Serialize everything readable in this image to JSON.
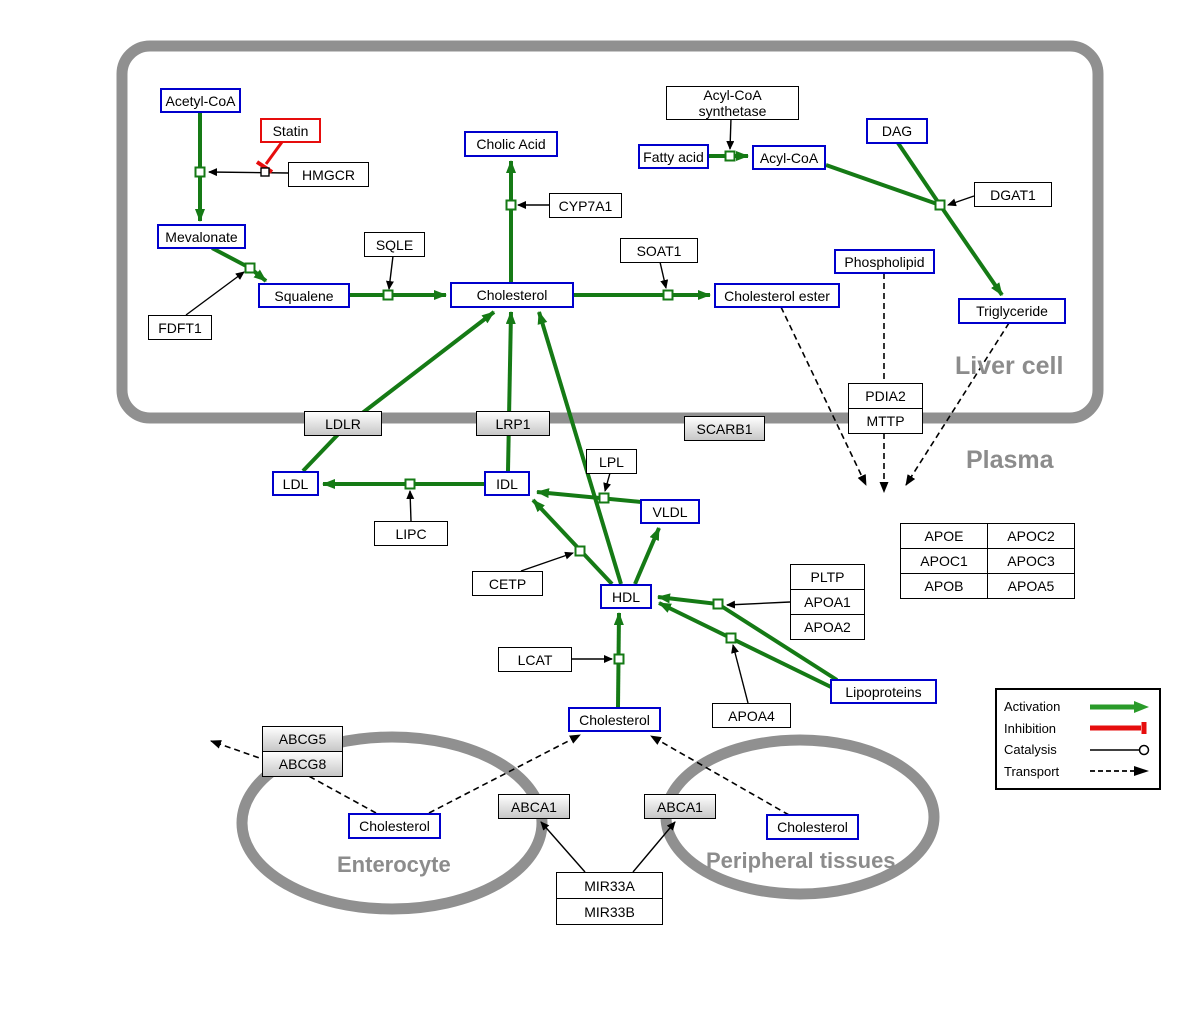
{
  "colors": {
    "activation": "#157a15",
    "inhibition": "#e60d0d",
    "metabolite_border": "#0000cc",
    "gene_border": "#000000",
    "compartment_border": "#909090"
  },
  "compartments": {
    "liver": "Liver cell",
    "plasma": "Plasma",
    "enterocyte": "Enterocyte",
    "peripheral": "Peripheral tissues"
  },
  "nodes": {
    "acetyl_coa": "Acetyl-CoA",
    "statin": "Statin",
    "hmgcr": "HMGCR",
    "mevalonate": "Mevalonate",
    "fdft1": "FDFT1",
    "squalene": "Squalene",
    "sqle": "SQLE",
    "cholic_acid": "Cholic Acid",
    "cyp7a1": "CYP7A1",
    "cholesterol_liver": "Cholesterol",
    "soat1": "SOAT1",
    "cholesterol_ester": "Cholesterol ester",
    "fatty_acid": "Fatty acid",
    "acyl_coa_synthetase": "Acyl-CoA synthetase",
    "acyl_coa": "Acyl-CoA",
    "dag": "DAG",
    "dgat1": "DGAT1",
    "phospholipid": "Phospholipid",
    "triglyceride": "Triglyceride",
    "ldlr": "LDLR",
    "lrp1": "LRP1",
    "scarb1": "SCARB1",
    "ldl": "LDL",
    "idl": "IDL",
    "vldl": "VLDL",
    "hdl": "HDL",
    "lpl": "LPL",
    "lipc": "LIPC",
    "cetp": "CETP",
    "lcat": "LCAT",
    "pdia2": "PDIA2",
    "mttp": "MTTP",
    "apoe": "APOE",
    "apoc2": "APOC2",
    "apoc1": "APOC1",
    "apoc3": "APOC3",
    "apob": "APOB",
    "apoa5": "APOA5",
    "pltp": "PLTP",
    "apoa1": "APOA1",
    "apoa2": "APOA2",
    "apoa4": "APOA4",
    "lipoproteins": "Lipoproteins",
    "cholesterol_plasma": "Cholesterol",
    "abcg5": "ABCG5",
    "abcg8": "ABCG8",
    "abca1": "ABCA1",
    "mir33a": "MIR33A",
    "mir33b": "MIR33B",
    "cholesterol_enterocyte": "Cholesterol",
    "cholesterol_peripheral": "Cholesterol"
  },
  "legend": {
    "activation": "Activation",
    "inhibition": "Inhibition",
    "catalysis": "Catalysis",
    "transport": "Transport"
  }
}
